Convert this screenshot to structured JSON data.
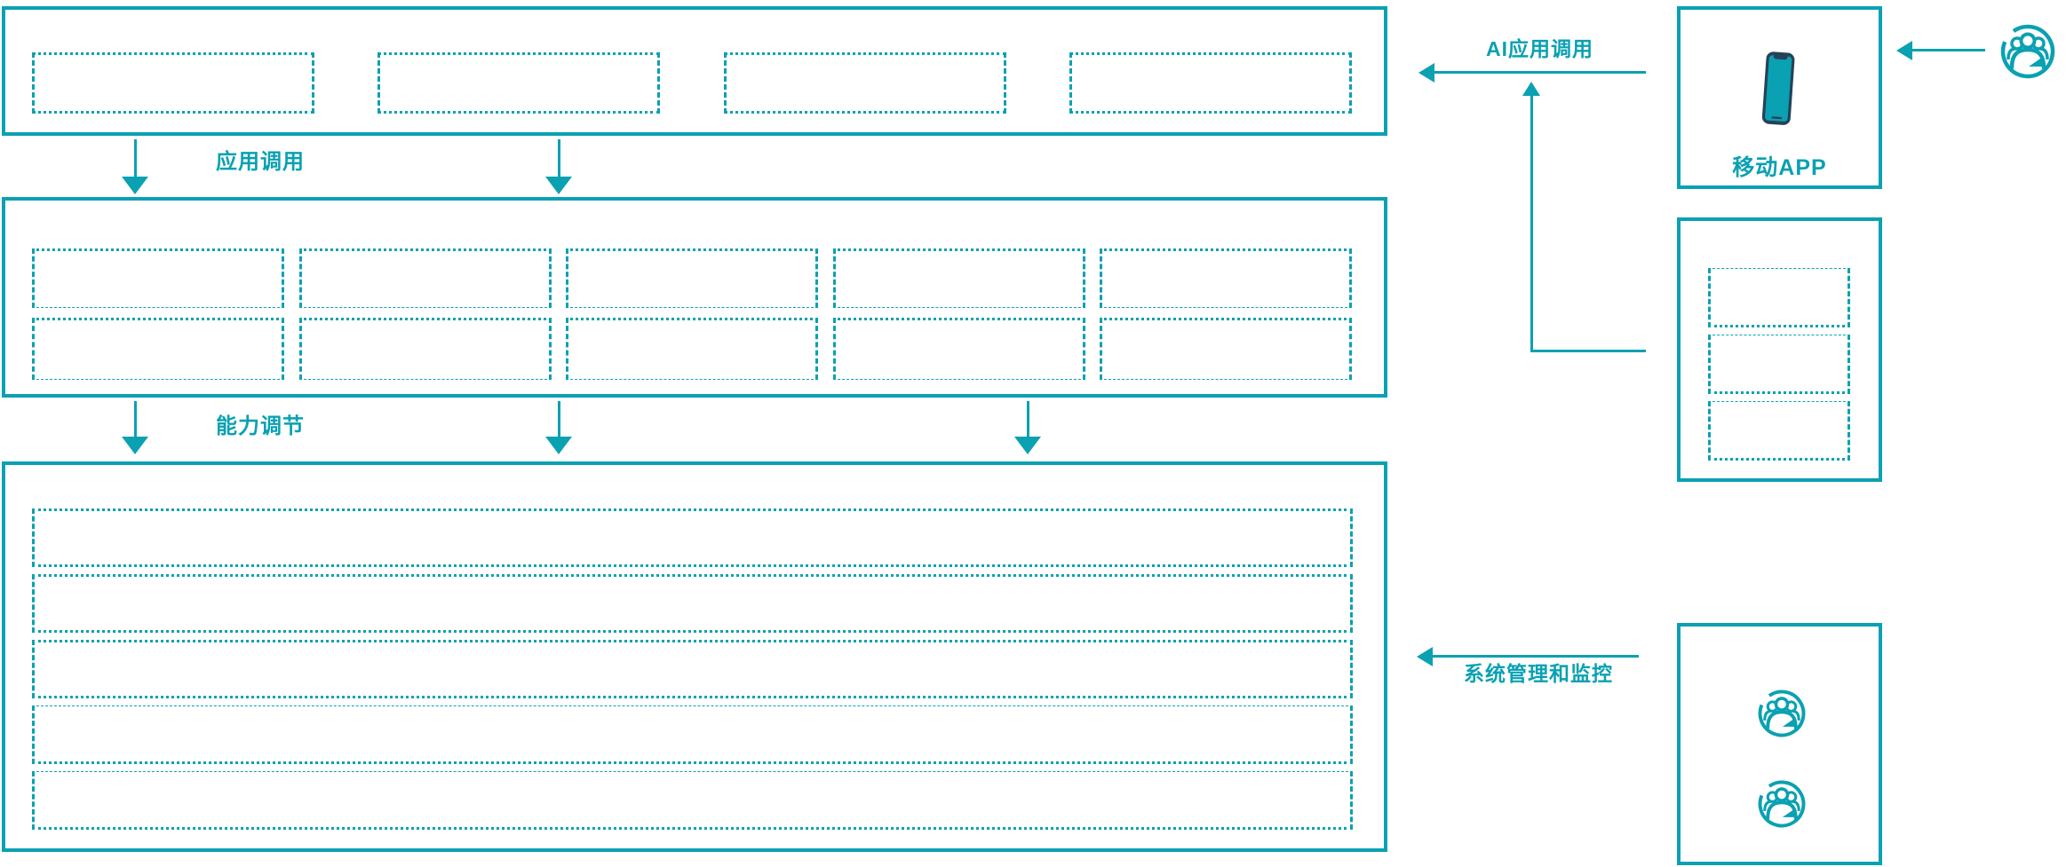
{
  "colors": {
    "accent": "#0aa1b2",
    "phone_dark": "#254258"
  },
  "flows": {
    "app_call": {
      "label": "应用调用",
      "direction": "down"
    },
    "capability": {
      "label": "能力调节",
      "direction": "down"
    },
    "ai_call": {
      "label": "AI应用调用",
      "direction": "left"
    },
    "monitor": {
      "label": "系统管理和监控",
      "direction": "left"
    }
  },
  "layers": {
    "top": {
      "placeholder_slots": 4
    },
    "middle": {
      "rows": 2,
      "cols": 5
    },
    "bottom": {
      "placeholder_rows": 5
    }
  },
  "right_column": {
    "mobile_app": {
      "label": "移动APP",
      "icon": "smartphone-icon"
    },
    "service_box": {
      "placeholder_slots": 3
    },
    "admin_box": {
      "icons": [
        "user-group-icon",
        "user-group-icon"
      ]
    },
    "external_user": {
      "icon": "user-group-icon"
    }
  }
}
